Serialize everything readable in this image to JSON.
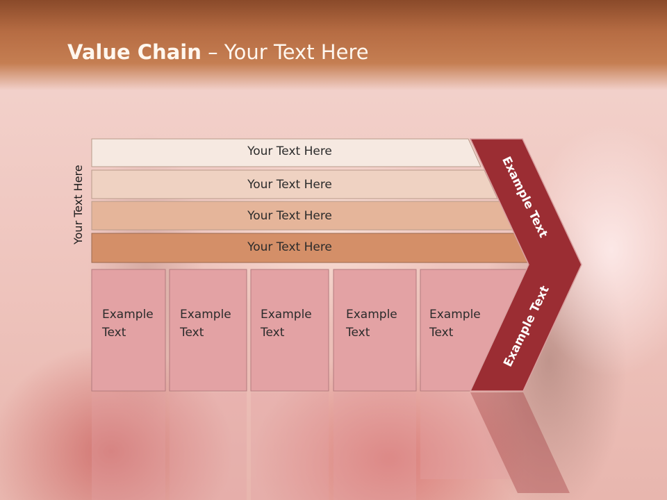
{
  "slide": {
    "title_strong": "Value Chain",
    "title_rest": " – Your Text Here",
    "vertical_label": "Your Text Here"
  },
  "bars": [
    {
      "label": "Your Text Here",
      "color": "#f6e9e1"
    },
    {
      "label": "Your Text Here",
      "color": "#efd2c2"
    },
    {
      "label": "Your Text Here",
      "color": "#e5b59a"
    },
    {
      "label": "Your Text Here",
      "color": "#d48f68"
    }
  ],
  "boxes": [
    {
      "line1": "Example",
      "line2": "Text"
    },
    {
      "line1": "Example",
      "line2": "Text"
    },
    {
      "line1": "Example",
      "line2": "Text"
    },
    {
      "line1": "Example",
      "line2": "Text"
    },
    {
      "line1": "Example",
      "line2": "Text"
    }
  ],
  "chevron": {
    "top_label": "Example Text",
    "bottom_label": "Example Text",
    "color": "#9b2d33"
  }
}
